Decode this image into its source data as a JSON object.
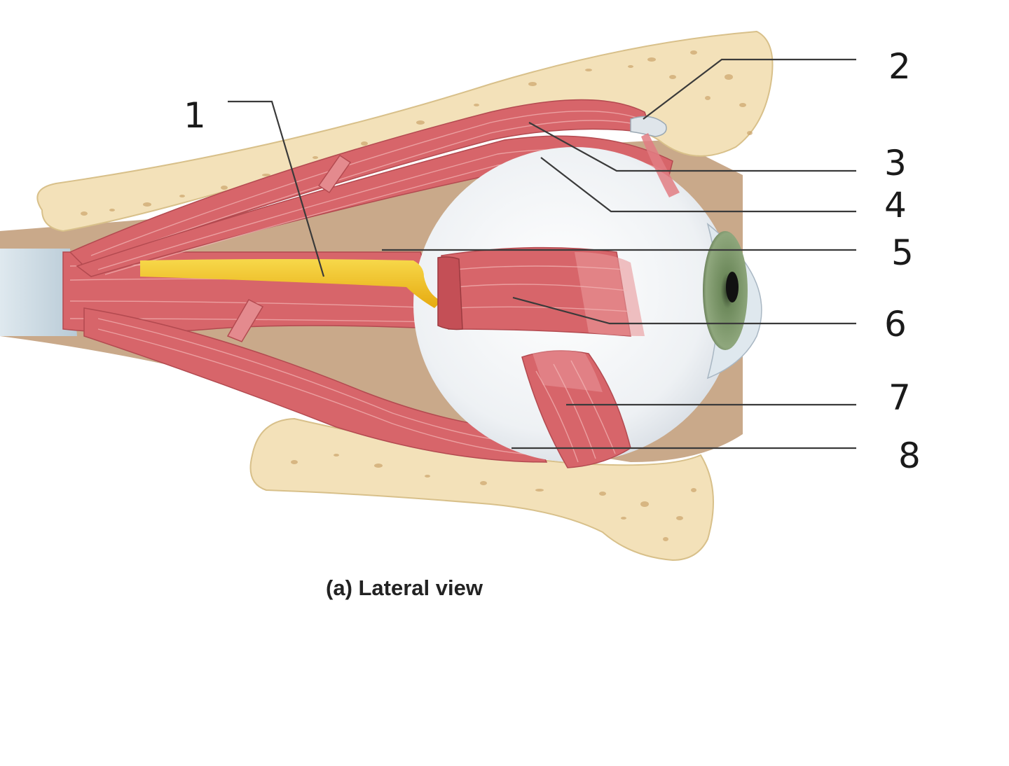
{
  "figure": {
    "caption": "(a) Lateral view",
    "labels": [
      {
        "id": "1",
        "text": "1"
      },
      {
        "id": "2",
        "text": "2"
      },
      {
        "id": "3",
        "text": "3"
      },
      {
        "id": "4",
        "text": "4"
      },
      {
        "id": "5",
        "text": "5"
      },
      {
        "id": "6",
        "text": "6"
      },
      {
        "id": "7",
        "text": "7"
      },
      {
        "id": "8",
        "text": "8"
      }
    ]
  },
  "colors": {
    "bone": "#f3e1b9",
    "muscle": "#d7656a",
    "nerve": "#f2c318",
    "eyeball": "#f4f6f8",
    "iris": "#5f7a52",
    "cavity": "#c9a98a"
  }
}
